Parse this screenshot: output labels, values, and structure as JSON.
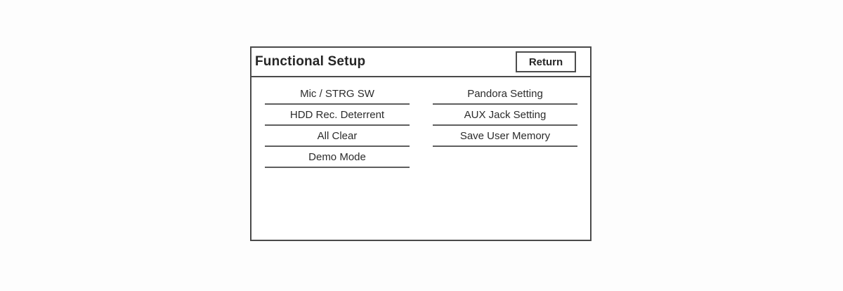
{
  "panel": {
    "title": "Functional Setup",
    "return_button_label": "Return",
    "columns": {
      "left": [
        "Mic / STRG SW",
        "HDD Rec. Deterrent",
        "All Clear",
        "Demo Mode"
      ],
      "right": [
        "Pandora Setting",
        "AUX Jack Setting",
        "Save User Memory"
      ]
    },
    "colors": {
      "background": "#ffffff",
      "border": "#4a4a4a",
      "underline": "#5f5f5f",
      "text": "#2b2b2b"
    }
  }
}
